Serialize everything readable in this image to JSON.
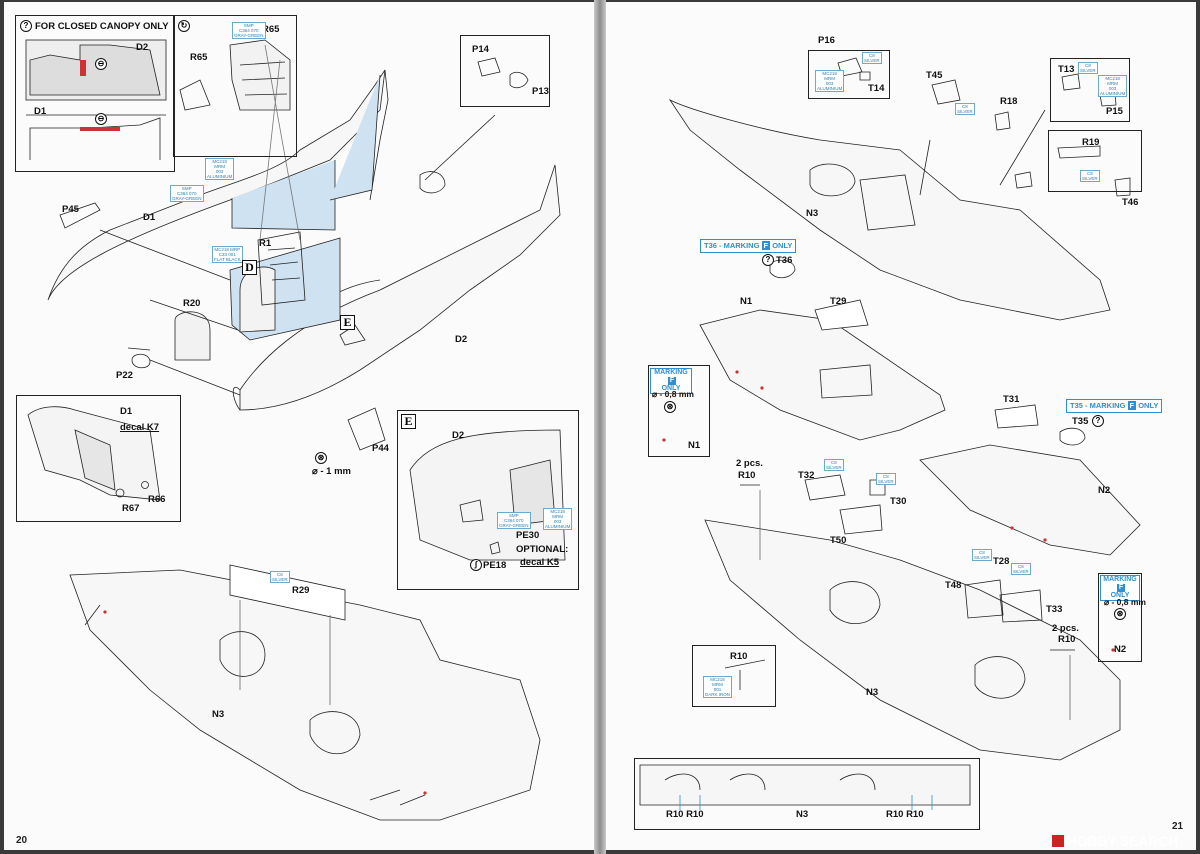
{
  "left_page": {
    "page_number": "20",
    "canopy_box": {
      "title": "FOR CLOSED CANOPY ONLY",
      "part_a": "D2",
      "part_b": "D1"
    },
    "seat_box": {
      "parts": [
        "R65",
        "R65"
      ],
      "tag": "SMP\nC364 070\nGRAY-GREEN"
    },
    "p14_box": {
      "parts": [
        "P14",
        "P13"
      ]
    },
    "fuselage": {
      "labels": [
        "P45",
        "D1",
        "R1",
        "R20",
        "P22",
        "D2",
        "P44"
      ],
      "drill": "⌀ - 1 mm",
      "tags": [
        "MC218\nMRM\n003\nALUMINIUM",
        "SMP\nC364 070\nGRAY-GREEN",
        "MC218 MRP\nC33 001\nFLAT BLACK"
      ],
      "section_letters": [
        "D",
        "E"
      ]
    },
    "d1_box": {
      "part": "D1",
      "decal": "decal K7",
      "parts": [
        "R66",
        "R67"
      ]
    },
    "e_box": {
      "letter": "E",
      "part": "D2",
      "pe": "PE30",
      "pe2": "PE18",
      "optional": "OPTIONAL:",
      "decal": "decal K5",
      "tags": [
        "SMP\nC364 070\nGRAY-GREEN",
        "MC218\nMRM\n003\nALUMINIUM"
      ]
    },
    "wing": {
      "labels": [
        "R29",
        "N3"
      ],
      "tag": "C8\nSILVER"
    }
  },
  "right_page": {
    "page_number": "21",
    "upper": {
      "labels": [
        "P16",
        "T14",
        "T45",
        "R18",
        "T13",
        "P15",
        "R19",
        "T46",
        "N3"
      ],
      "tags": [
        "C8\nSILVER",
        "MC218\nMRM\n003\nALUMINIUM",
        "C8\nSILVER",
        "C8\nSILVER",
        "MC218\nMRM\n003\nALUMINIUM",
        "C8\nSILVER"
      ]
    },
    "t36_marking": {
      "prefix": "T36 - MARKING",
      "f": "F",
      "suffix": "ONLY"
    },
    "t35_marking": {
      "prefix": "T35 - MARKING",
      "f": "F",
      "suffix": "ONLY"
    },
    "left_wing": {
      "labels": [
        "T36",
        "N1",
        "T29"
      ]
    },
    "marking_box_1": {
      "line1": "MARKING",
      "f": "F",
      "line2": "ONLY",
      "drill": "⌀ - 0,8 mm",
      "part": "N1"
    },
    "marking_box_2": {
      "line1": "MARKING",
      "f": "F",
      "line2": "ONLY",
      "drill": "⌀ - 0,8 mm",
      "part": "N2"
    },
    "right_wing": {
      "labels": [
        "T31",
        "T35",
        "N2"
      ]
    },
    "lower": {
      "labels": [
        "2 pcs.",
        "R10",
        "T32",
        "T30",
        "T50",
        "T28",
        "T48",
        "T33",
        "2 pcs.",
        "R10",
        "N3"
      ],
      "tags": [
        "C8\nSILVER",
        "C8\nSILVER",
        "C8\nSILVER",
        "C8\nSILVER"
      ]
    },
    "r10_box": {
      "part": "R10",
      "tag": "MC218\nMRM\n001\nDARK IRON"
    },
    "bottom_box": {
      "labels": [
        "R10 R10",
        "N3",
        "R10 R10"
      ]
    }
  },
  "watermark": "HOBBY SEARCH"
}
